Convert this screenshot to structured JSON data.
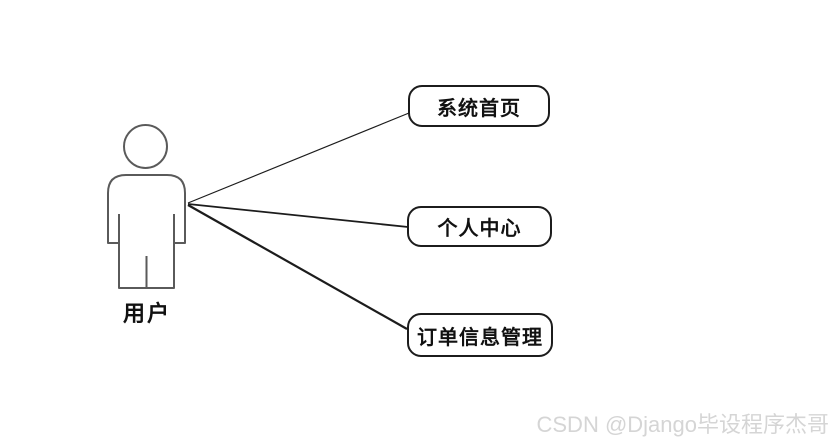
{
  "diagram": {
    "kind": "UML use case diagram",
    "actor": {
      "label": "用户",
      "icon": "person-figure-icon"
    },
    "use_cases": [
      {
        "label": "系统首页"
      },
      {
        "label": "个人中心"
      },
      {
        "label": "订单信息管理"
      }
    ],
    "connections": [
      {
        "from": "用户",
        "to": "系统首页"
      },
      {
        "from": "用户",
        "to": "个人中心"
      },
      {
        "from": "用户",
        "to": "订单信息管理"
      }
    ]
  },
  "watermark": {
    "text": "CSDN @Django毕设程序杰哥"
  },
  "colors": {
    "background": "#ffffff",
    "connector_line": "#1c1c1c",
    "actor_outline": "#5a5a5a",
    "box_border": "#1c1c1c",
    "box_fill": "#ffffff",
    "label_text": "#111111",
    "watermark_text": "#d5d5d5"
  }
}
